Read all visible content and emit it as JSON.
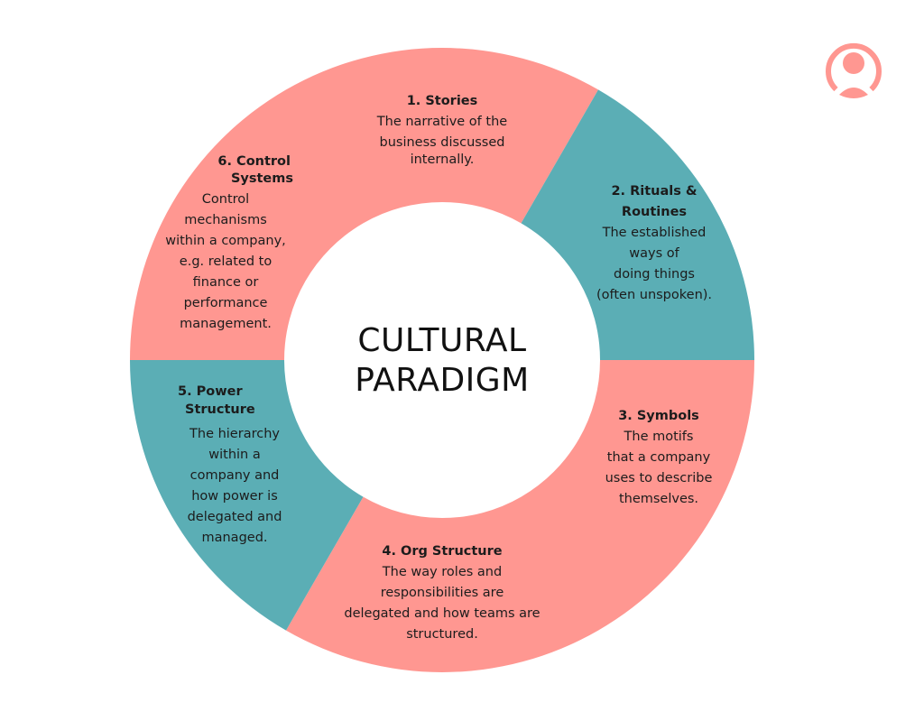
{
  "colors": {
    "pink": "#FF9791",
    "teal": "#5BAEB5",
    "background": "#FFFFFF",
    "text": "#1C1C1C"
  },
  "center": {
    "line1": "CULTURAL",
    "line2": "PARADIGM"
  },
  "icons": {
    "top_right": "user-avatar-icon"
  },
  "segments": [
    {
      "id": 1,
      "title_line1": "1. Stories",
      "title_line2": "",
      "color": "pink",
      "desc": [
        "The narrative of the",
        "business discussed",
        "internally."
      ]
    },
    {
      "id": 2,
      "title_line1": "2. Rituals &",
      "title_line2": "Routines",
      "color": "teal",
      "desc": [
        "The established",
        "ways of",
        "doing things",
        "(often unspoken)."
      ]
    },
    {
      "id": 3,
      "title_line1": "3. Symbols",
      "title_line2": "",
      "color": "pink",
      "desc": [
        "The motifs",
        "that a company",
        "uses to describe",
        "themselves."
      ]
    },
    {
      "id": 4,
      "title_line1": "4. Org Structure",
      "title_line2": "",
      "color": "pink",
      "desc": [
        "The way roles and",
        "responsibilities are",
        "delegated and how teams are",
        "structured."
      ]
    },
    {
      "id": 5,
      "title_line1": "5. Power",
      "title_line2": "Structure",
      "color": "teal",
      "desc": [
        "The hierarchy",
        "within a",
        "company and",
        "how power is",
        "delegated and",
        "managed."
      ]
    },
    {
      "id": 6,
      "title_line1": "6. Control",
      "title_line2": "Systems",
      "color": "pink",
      "desc": [
        "Control",
        "mechanisms",
        "within a company,",
        "e.g. related to",
        "finance or",
        "performance",
        "management."
      ]
    }
  ]
}
